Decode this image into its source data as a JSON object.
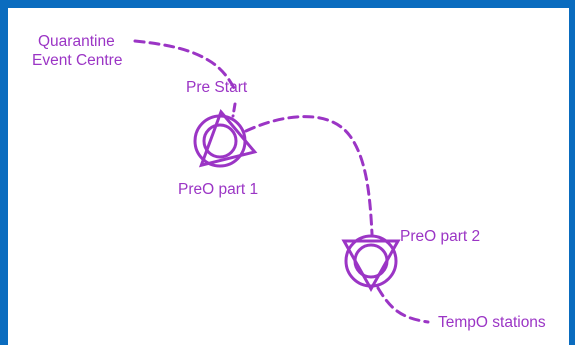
{
  "colors": {
    "frame": "#0a6cbf",
    "background": "#ffffff",
    "course": "#9b35c5",
    "text": "#9b35c5"
  },
  "labels": {
    "quarantine_line1": "Quarantine",
    "quarantine_line2": "Event Centre",
    "pre_start": "Pre Start",
    "preo_part1": "PreO part 1",
    "preo_part2": "PreO part 2",
    "tempo_stations": "TempO stations"
  },
  "icons": {
    "start_marker": "start-triangle-in-circle-icon",
    "finish_marker": "inverted-triangle-in-circle-icon"
  }
}
